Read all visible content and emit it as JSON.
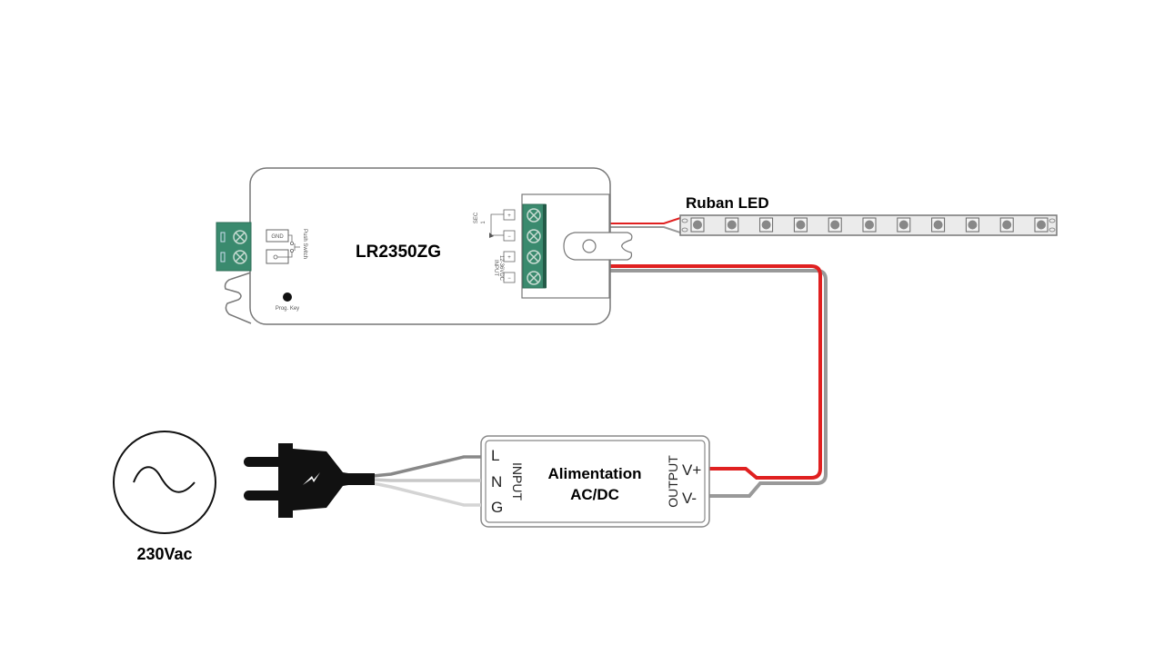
{
  "controller": {
    "model": "LR2350ZG",
    "push_switch_label": "Push Switch",
    "gnd_label": "GND",
    "prog_key_label": "Prog. Key",
    "sec_label": "SEC",
    "sec_channel": "1",
    "input_label": "INPUT",
    "input_range": "12-36VDC",
    "plus_sign": "+",
    "minus_sign": "−"
  },
  "led_strip": {
    "label": "Ruban LED",
    "led_count": 11
  },
  "power_supply": {
    "title_line1": "Alimentation",
    "title_line2": "AC/DC",
    "input_label": "INPUT",
    "output_label": "OUTPUT",
    "input_pins": [
      "L",
      "N",
      "G"
    ],
    "output_pins": [
      "V+",
      "V-"
    ]
  },
  "source": {
    "label": "230Vac"
  },
  "colors": {
    "wire_positive": "#e02020",
    "wire_negative": "#999999",
    "terminal_green": "#3a8a6e",
    "outline": "#666666"
  }
}
